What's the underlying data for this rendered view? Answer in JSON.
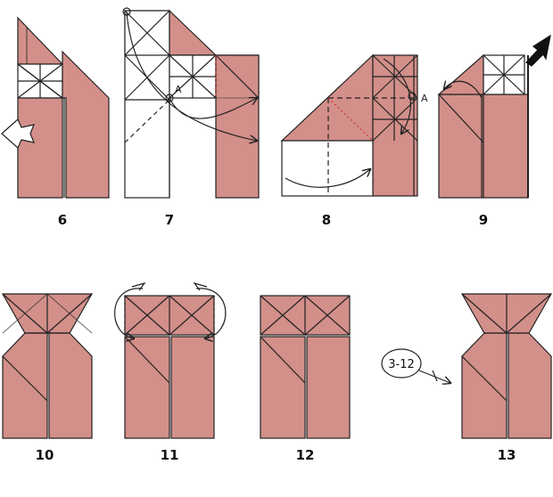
{
  "steps": [
    {
      "number": "6"
    },
    {
      "number": "7"
    },
    {
      "number": "8"
    },
    {
      "number": "9"
    },
    {
      "number": "10"
    },
    {
      "number": "11"
    },
    {
      "number": "12"
    },
    {
      "number": "13"
    }
  ],
  "reference_points": {
    "step7": "A",
    "step8": "A"
  },
  "repeat_note": {
    "label": "3-12"
  },
  "colors": {
    "paper_colored": "#d38f8a",
    "paper_white": "#ffffff",
    "line": "#222222"
  }
}
